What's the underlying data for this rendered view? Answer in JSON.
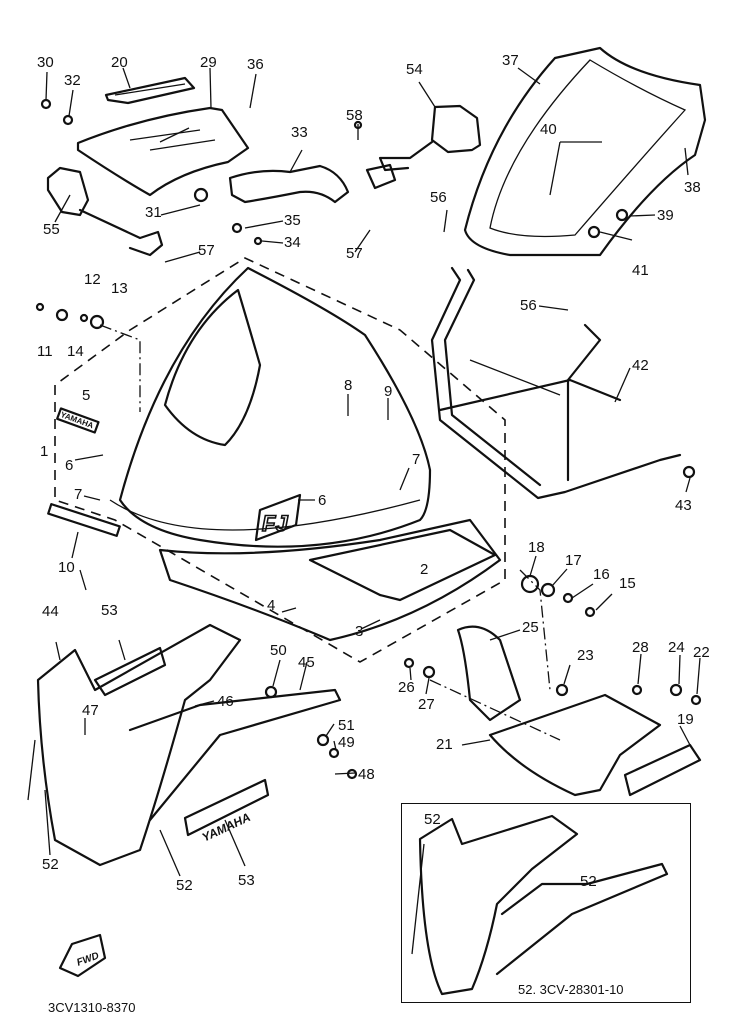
{
  "diagram": {
    "title": "Cowling parts exploded view",
    "figure_code": "3CV1310-8370",
    "direction_arrow_text": "FWD",
    "inset_caption": "52. 3CV-28301-10",
    "decal_texts": {
      "yamaha_small": "YAMAHA",
      "fj_logo": "FJ",
      "yamaha_large": "YAMAHA"
    },
    "callouts": [
      {
        "id": "c30",
        "text": "30"
      },
      {
        "id": "c32",
        "text": "32"
      },
      {
        "id": "c20",
        "text": "20"
      },
      {
        "id": "c29",
        "text": "29"
      },
      {
        "id": "c36",
        "text": "36"
      },
      {
        "id": "c54",
        "text": "54"
      },
      {
        "id": "c37",
        "text": "37"
      },
      {
        "id": "c58",
        "text": "58"
      },
      {
        "id": "c33",
        "text": "33"
      },
      {
        "id": "c40",
        "text": "40"
      },
      {
        "id": "c38",
        "text": "38"
      },
      {
        "id": "c31",
        "text": "31"
      },
      {
        "id": "c35",
        "text": "35"
      },
      {
        "id": "c34",
        "text": "34"
      },
      {
        "id": "c56a",
        "text": "56"
      },
      {
        "id": "c39",
        "text": "39"
      },
      {
        "id": "c55",
        "text": "55"
      },
      {
        "id": "c57a",
        "text": "57"
      },
      {
        "id": "c57b",
        "text": "57"
      },
      {
        "id": "c41",
        "text": "41"
      },
      {
        "id": "c12",
        "text": "12"
      },
      {
        "id": "c13",
        "text": "13"
      },
      {
        "id": "c56b",
        "text": "56"
      },
      {
        "id": "c11",
        "text": "11"
      },
      {
        "id": "c14",
        "text": "14"
      },
      {
        "id": "c42",
        "text": "42"
      },
      {
        "id": "c8",
        "text": "8"
      },
      {
        "id": "c9",
        "text": "9"
      },
      {
        "id": "c5",
        "text": "5"
      },
      {
        "id": "c1",
        "text": "1"
      },
      {
        "id": "c6a",
        "text": "6"
      },
      {
        "id": "c7a",
        "text": "7"
      },
      {
        "id": "c7b",
        "text": "7"
      },
      {
        "id": "c6b",
        "text": "6"
      },
      {
        "id": "c43",
        "text": "43"
      },
      {
        "id": "c10",
        "text": "10"
      },
      {
        "id": "c18",
        "text": "18"
      },
      {
        "id": "c17",
        "text": "17"
      },
      {
        "id": "c2",
        "text": "2"
      },
      {
        "id": "c16",
        "text": "16"
      },
      {
        "id": "c15",
        "text": "15"
      },
      {
        "id": "c4",
        "text": "4"
      },
      {
        "id": "c44",
        "text": "44"
      },
      {
        "id": "c53a",
        "text": "53"
      },
      {
        "id": "c25",
        "text": "25"
      },
      {
        "id": "c3",
        "text": "3"
      },
      {
        "id": "c50",
        "text": "50"
      },
      {
        "id": "c45",
        "text": "45"
      },
      {
        "id": "c28",
        "text": "28"
      },
      {
        "id": "c24",
        "text": "24"
      },
      {
        "id": "c22",
        "text": "22"
      },
      {
        "id": "c26",
        "text": "26"
      },
      {
        "id": "c23",
        "text": "23"
      },
      {
        "id": "c46",
        "text": "46"
      },
      {
        "id": "c27",
        "text": "27"
      },
      {
        "id": "c47",
        "text": "47"
      },
      {
        "id": "c51",
        "text": "51"
      },
      {
        "id": "c49",
        "text": "49"
      },
      {
        "id": "c21",
        "text": "21"
      },
      {
        "id": "c19",
        "text": "19"
      },
      {
        "id": "c48",
        "text": "48"
      },
      {
        "id": "c52a",
        "text": "52"
      },
      {
        "id": "c52b",
        "text": "52"
      },
      {
        "id": "c53b",
        "text": "53"
      },
      {
        "id": "c52c",
        "text": "52"
      },
      {
        "id": "c52d",
        "text": "52"
      }
    ]
  }
}
